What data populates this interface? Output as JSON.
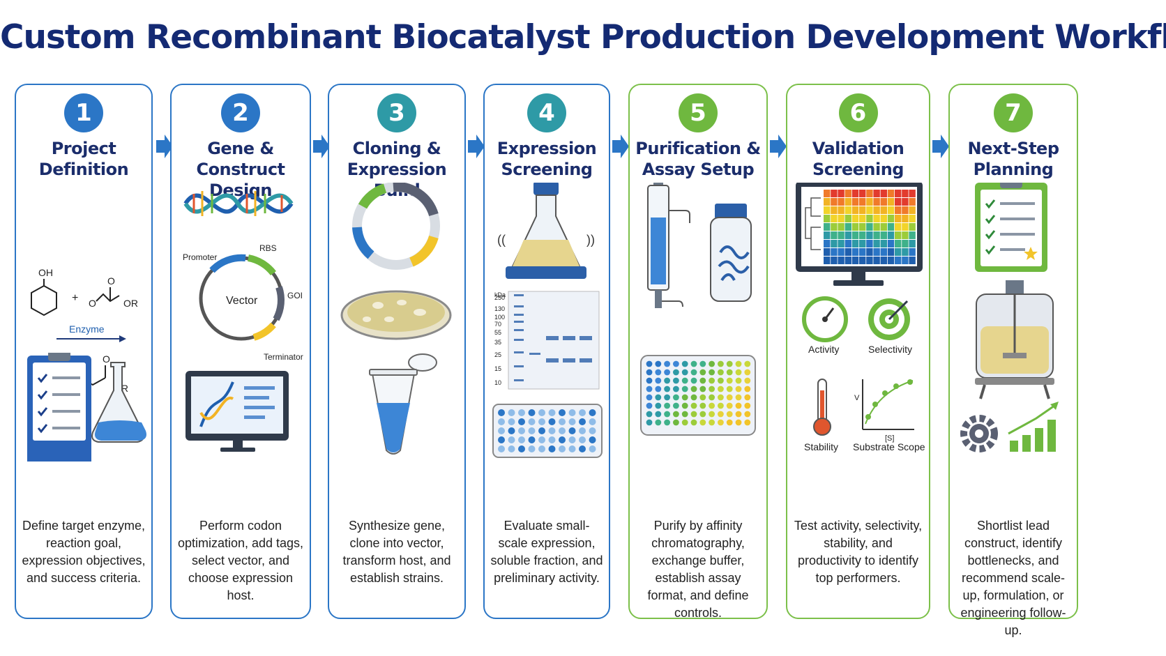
{
  "title": "Custom Recombinant Biocatalyst Production Development Workflow",
  "colors": {
    "blue": "#2b76c6",
    "teal": "#2e9aa6",
    "green": "#6fb83f",
    "title": "#142a73"
  },
  "steps": [
    {
      "number": "1",
      "title": "Project\nDefinition",
      "description": "Define target enzyme, reaction goal, expression objectives, and success criteria.",
      "labels": {
        "oh": "OH",
        "or1": "OR",
        "o1": "O",
        "o2": "O",
        "enzyme": "Enzyme",
        "o3": "O",
        "o4": "O",
        "or2": "OR"
      }
    },
    {
      "number": "2",
      "title": "Gene &\nConstruct Design",
      "description": "Perform codon optimization, add tags, select vector, and choose expression host.",
      "labels": {
        "promoter": "Promoter",
        "rbs": "RBS",
        "vector": "Vector",
        "goi": "GOI",
        "terminator": "Terminator"
      }
    },
    {
      "number": "3",
      "title": "Cloning &\nExpression Build",
      "description": "Synthesize gene, clone into vector, transform host, and establish strains."
    },
    {
      "number": "4",
      "title": "Expression\nScreening",
      "description": "Evaluate small-scale expression, soluble fraction, and preliminary activity.",
      "labels": {
        "kda": "kDa",
        "ladder": [
          "250",
          "130",
          "100",
          "70",
          "55",
          "35",
          "25",
          "15",
          "10"
        ]
      }
    },
    {
      "number": "5",
      "title": "Purification &\nAssay Setup",
      "description": "Purify by affinity chromatography, exchange buffer, establish assay format, and define controls."
    },
    {
      "number": "6",
      "title": "Validation\nScreening",
      "description": "Test activity, selectivity, stability, and productivity to identify top performers.",
      "labels": {
        "activity": "Activity",
        "selectivity": "Selectivity",
        "stability": "Stability",
        "substrate_scope": "Substrate Scope",
        "v": "V",
        "s": "[S]"
      }
    },
    {
      "number": "7",
      "title": "Next-Step\nPlanning",
      "description": "Shortlist lead construct, identify bottlenecks, and recommend scale-up, formulation, or engineering follow-up."
    }
  ]
}
